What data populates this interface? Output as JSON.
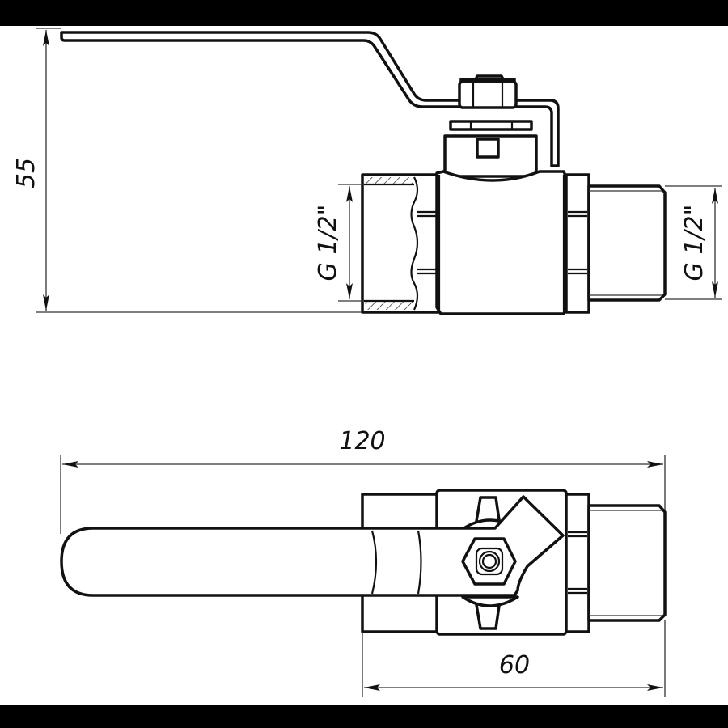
{
  "drawing": {
    "subject": "ball valve, side and top views",
    "colors": {
      "background": "#ffffff",
      "line": "#111111",
      "frame": "#000000"
    }
  },
  "dimensions": {
    "height_overall": "55",
    "thread_left": "G 1/2\"",
    "thread_right": "G 1/2\"",
    "length_overall": "120",
    "body_length": "60"
  },
  "views": [
    {
      "name": "side-view",
      "features": [
        "lever-handle",
        "stem-nut",
        "body",
        "female-thread-end",
        "male-thread-end"
      ]
    },
    {
      "name": "top-view",
      "features": [
        "lever-handle",
        "hex-nut",
        "body",
        "male-thread-end"
      ]
    }
  ]
}
